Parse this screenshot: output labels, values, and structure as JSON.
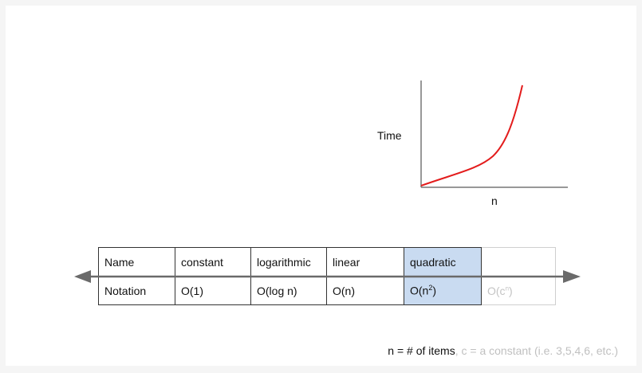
{
  "chart": {
    "ylabel": "Time",
    "xlabel": "n",
    "curve_color": "#e31c1c"
  },
  "table": {
    "row_name": {
      "header": "Name",
      "cells": [
        "constant",
        "logarithmic",
        "linear",
        "quadratic",
        ""
      ]
    },
    "row_notation": {
      "header": "Notation",
      "cells": [
        "O(1)",
        "O(log n)",
        "O(n)",
        "O(n",
        "O(c"
      ]
    },
    "superscripts": {
      "quadratic": "2",
      "exponential": "n"
    },
    "highlight_color": "#c9dbf1"
  },
  "footnote": {
    "bold_part": "n = # of items",
    "muted_part": ", c = a constant (i.e. 3,5,4,6, etc.)"
  }
}
